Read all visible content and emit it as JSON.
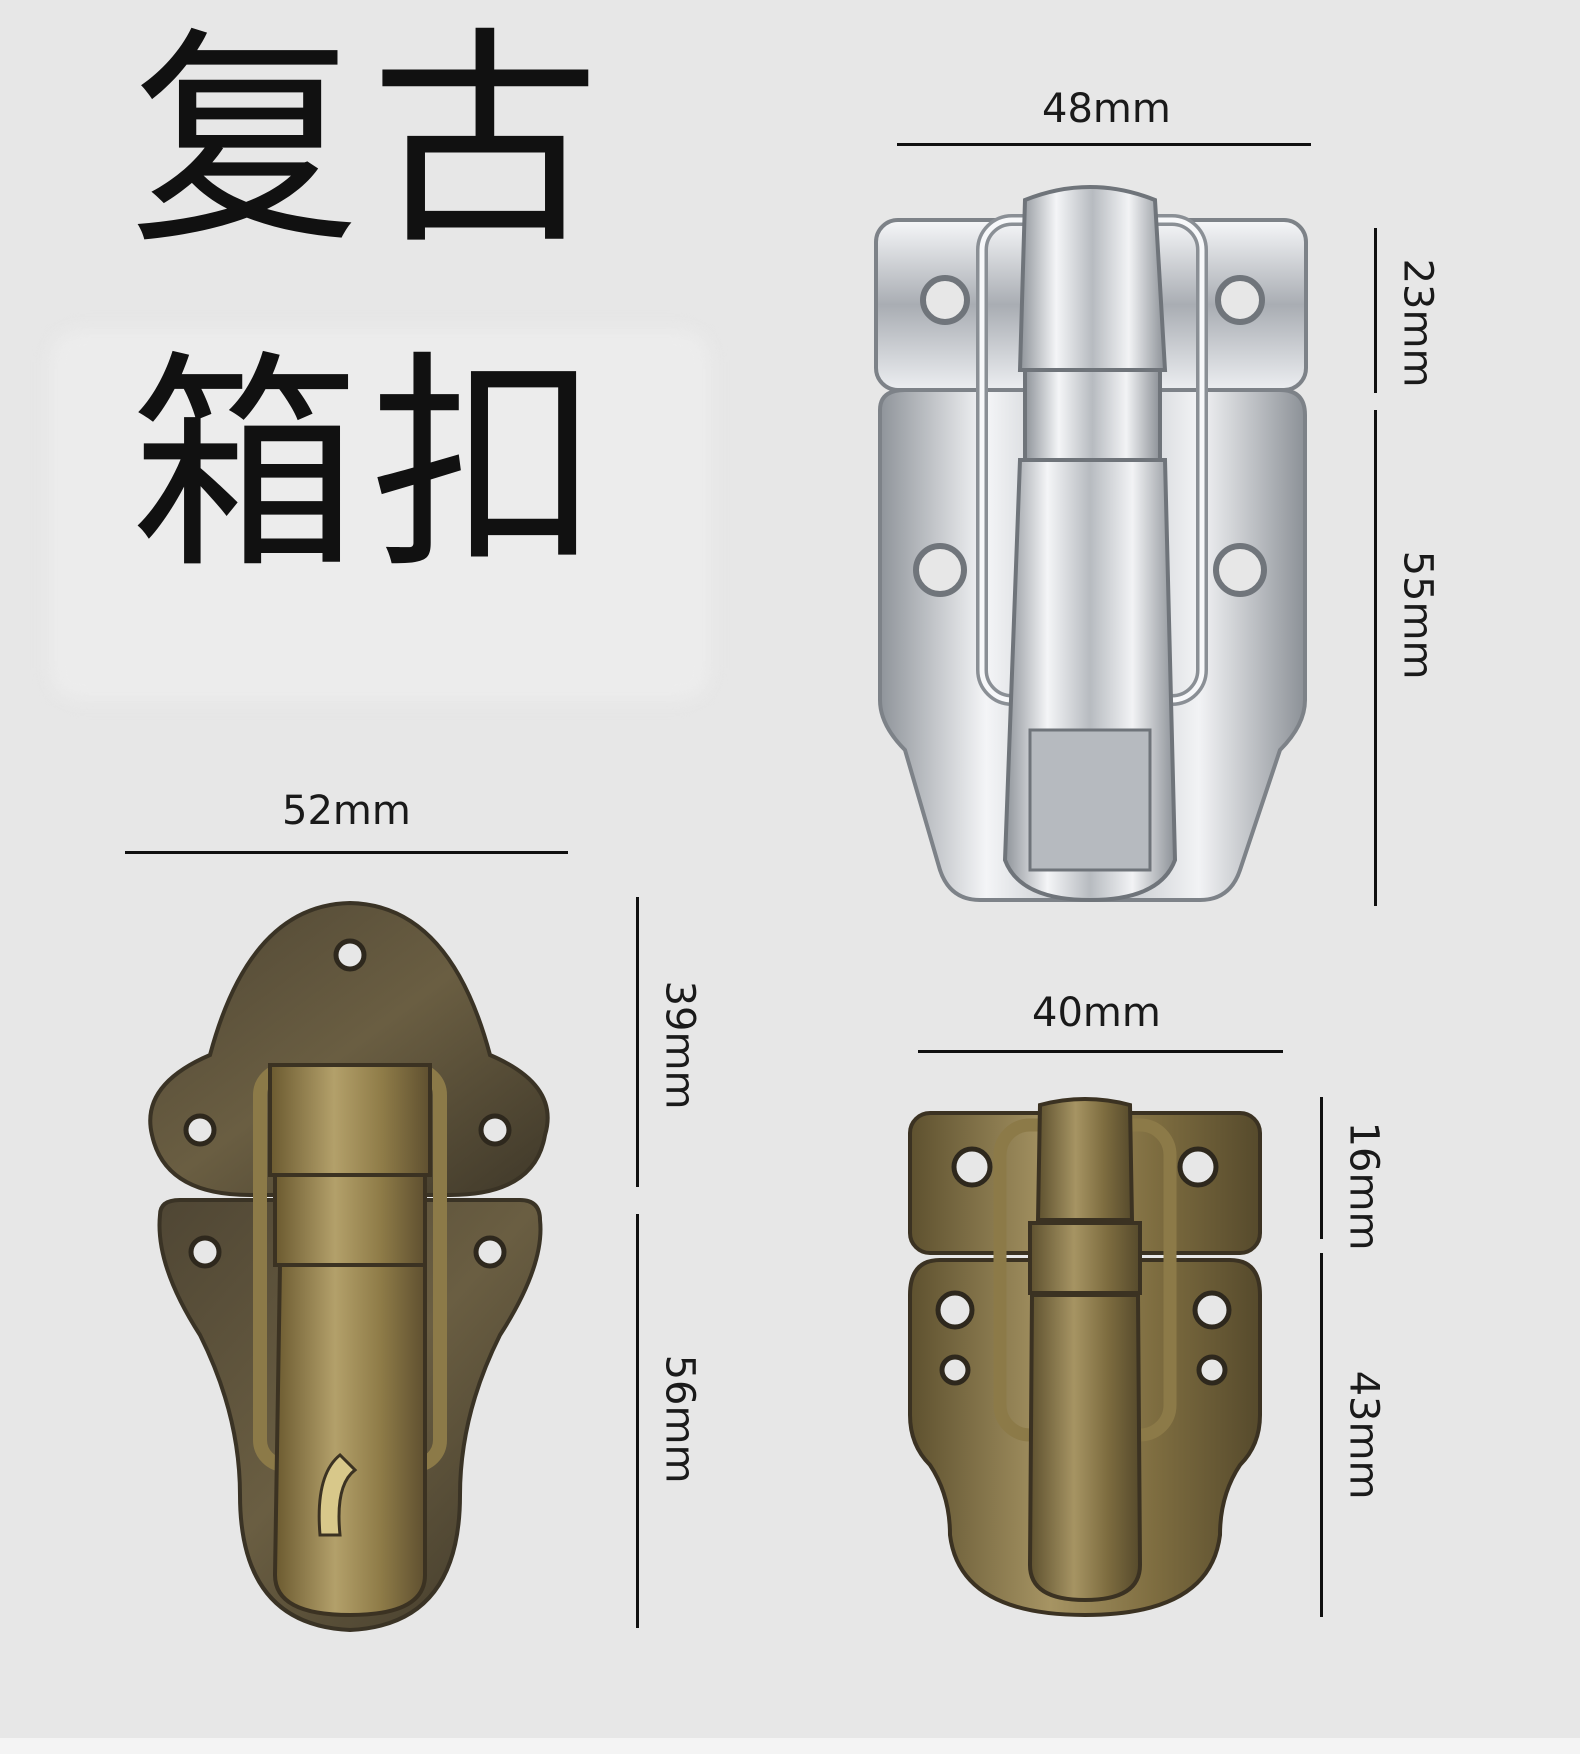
{
  "title": {
    "line1": "复古",
    "line2": "箱扣"
  },
  "products": [
    {
      "name": "silver-latch",
      "finish_color": "#c9ccd0",
      "width_label": "48mm",
      "top_height_label": "23mm",
      "bottom_height_label": "55mm"
    },
    {
      "name": "large-bronze-latch",
      "finish_color": "#7a6a45",
      "width_label": "52mm",
      "top_height_label": "39mm",
      "bottom_height_label": "56mm"
    },
    {
      "name": "small-bronze-latch",
      "finish_color": "#8a7848",
      "width_label": "40mm",
      "top_height_label": "16mm",
      "bottom_height_label": "43mm"
    }
  ]
}
